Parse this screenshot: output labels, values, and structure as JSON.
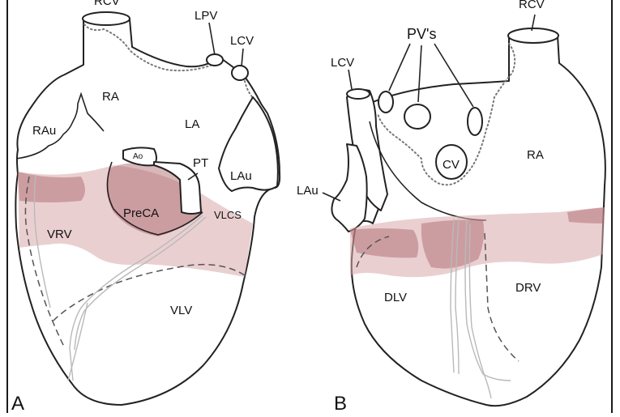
{
  "panels": [
    {
      "letter": "A",
      "labels": {
        "rcv": "RCV",
        "lpv": "LPV",
        "lcv": "LCV",
        "ra": "RA",
        "rau": "RAu",
        "la": "LA",
        "ao": "Ao",
        "pt": "PT",
        "lau": "LAu",
        "preca": "PreCA",
        "vlcs": "VLCS",
        "vrv": "VRV",
        "vlv": "VLV"
      }
    },
    {
      "letter": "B",
      "labels": {
        "rcv": "RCV",
        "pvs": "PV's",
        "lcv": "LCV",
        "cv": "CV",
        "ra": "RA",
        "lau": "LAu",
        "dlv": "DLV",
        "drv": "DRV"
      }
    }
  ],
  "colors": {
    "band": "#d9a8ab",
    "band_dark": "#a85f63",
    "outline": "#222222",
    "vessel": "#b9b9b9"
  }
}
